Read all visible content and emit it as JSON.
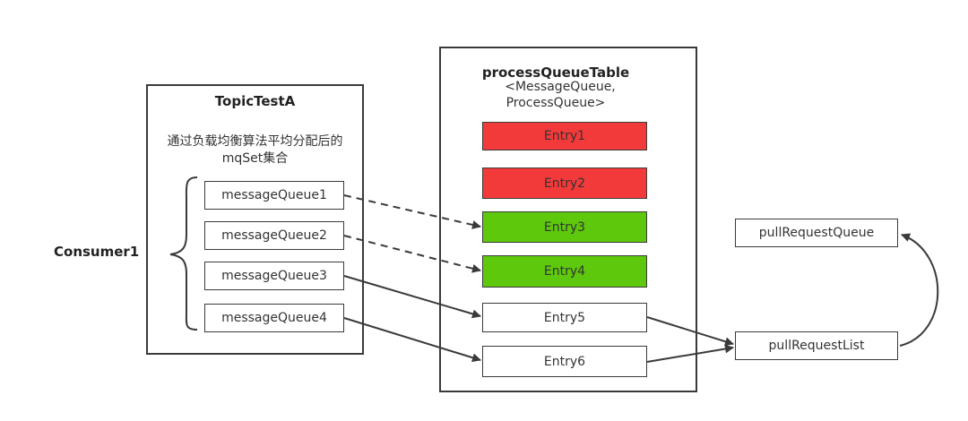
{
  "consumer": {
    "label": "Consumer1"
  },
  "topic": {
    "title": "TopicTestA",
    "desc_line1": "通过负载均衡算法平均分配后的",
    "desc_line2": "mqSet集合",
    "queues": [
      "messageQueue1",
      "messageQueue2",
      "messageQueue3",
      "messageQueue4"
    ]
  },
  "table": {
    "title": "processQueueTable",
    "subtitle_line1": "<MessageQueue,",
    "subtitle_line2": "ProcessQueue>",
    "entries": [
      "Entry1",
      "Entry2",
      "Entry3",
      "Entry4",
      "Entry5",
      "Entry6"
    ]
  },
  "pull": {
    "queue": "pullRequestQueue",
    "list": "pullRequestList"
  },
  "colors": {
    "removed": "#f23a3a",
    "retained": "#5ec80c",
    "line": "#3a3a3a"
  }
}
